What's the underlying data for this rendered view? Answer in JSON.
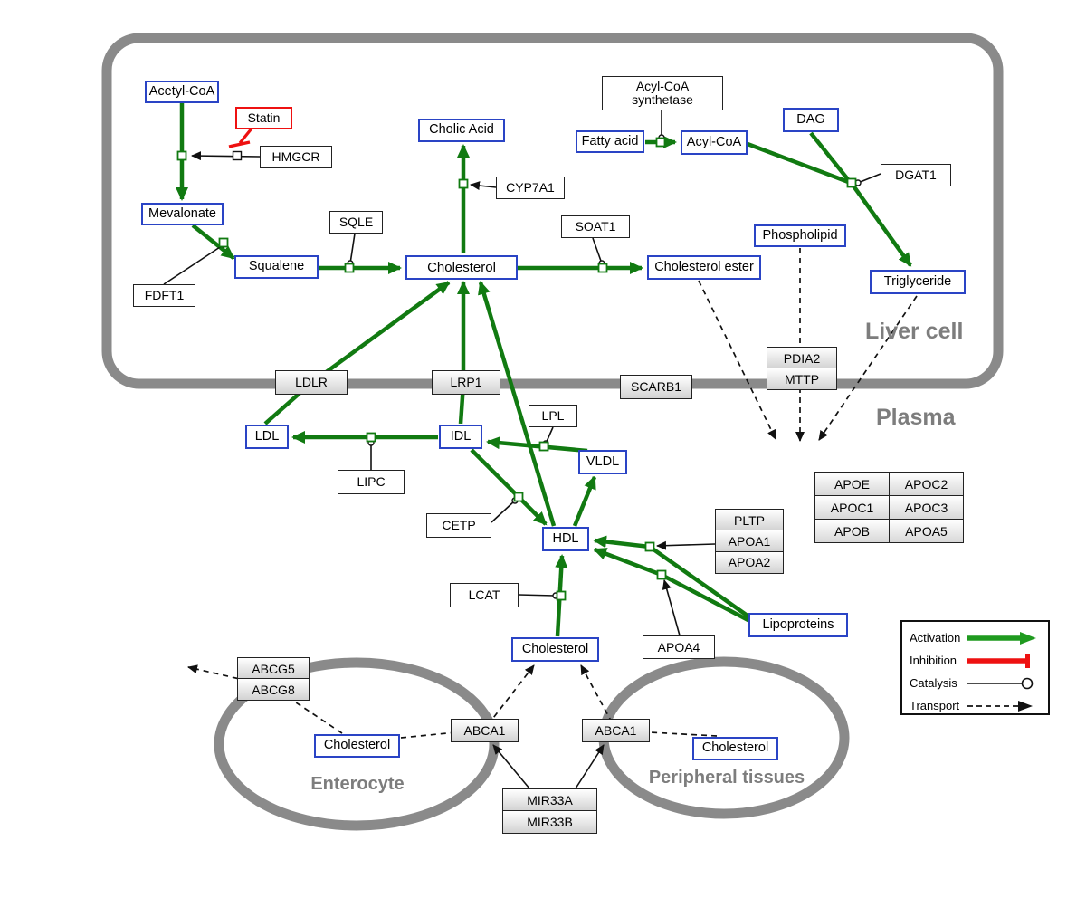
{
  "regions": {
    "liver_cell": "Liver cell",
    "plasma": "Plasma",
    "enterocyte": "Enterocyte",
    "peripheral_tissues": "Peripheral tissues"
  },
  "nodes": {
    "acetyl_coa": "Acetyl-CoA",
    "statin": "Statin",
    "hmgcr": "HMGCR",
    "mevalonate": "Mevalonate",
    "fdft1": "FDFT1",
    "squalene": "Squalene",
    "sqle": "SQLE",
    "cholic_acid": "Cholic Acid",
    "cyp7a1": "CYP7A1",
    "cholesterol_liver": "Cholesterol",
    "soat1": "SOAT1",
    "cholesterol_ester": "Cholesterol ester",
    "acyl_coa_synthetase": "Acyl-CoA synthetase",
    "fatty_acid": "Fatty acid",
    "acyl_coa": "Acyl-CoA",
    "dag": "DAG",
    "dgat1": "DGAT1",
    "phospholipid": "Phospholipid",
    "triglyceride": "Triglyceride",
    "ldlr": "LDLR",
    "lrp1": "LRP1",
    "scarb1": "SCARB1",
    "pdia2": "PDIA2",
    "mttp": "MTTP",
    "ldl": "LDL",
    "idl": "IDL",
    "lipc": "LIPC",
    "lpl": "LPL",
    "vldl": "VLDL",
    "cetp": "CETP",
    "hdl": "HDL",
    "lcat": "LCAT",
    "pltp": "PLTP",
    "apoa1": "APOA1",
    "apoa2": "APOA2",
    "apoa4": "APOA4",
    "lipoproteins": "Lipoproteins",
    "cholesterol_plasma": "Cholesterol",
    "abcg5": "ABCG5",
    "abcg8": "ABCG8",
    "cholesterol_enterocyte": "Cholesterol",
    "abca1_left": "ABCA1",
    "abca1_right": "ABCA1",
    "cholesterol_peripheral": "Cholesterol",
    "mir33a": "MIR33A",
    "mir33b": "MIR33B"
  },
  "apo_table": {
    "rows": [
      [
        "APOE",
        "APOC2"
      ],
      [
        "APOC1",
        "APOC3"
      ],
      [
        "APOB",
        "APOA5"
      ]
    ]
  },
  "legend": {
    "activation": "Activation",
    "inhibition": "Inhibition",
    "catalysis": "Catalysis",
    "transport": "Transport"
  },
  "colors": {
    "metabolite_border": "#2a44c5",
    "activation_green": "#117a11",
    "inhibition_red": "#ee1111",
    "membrane_gray": "#8a8a8a",
    "enzyme_border": "#222222"
  }
}
